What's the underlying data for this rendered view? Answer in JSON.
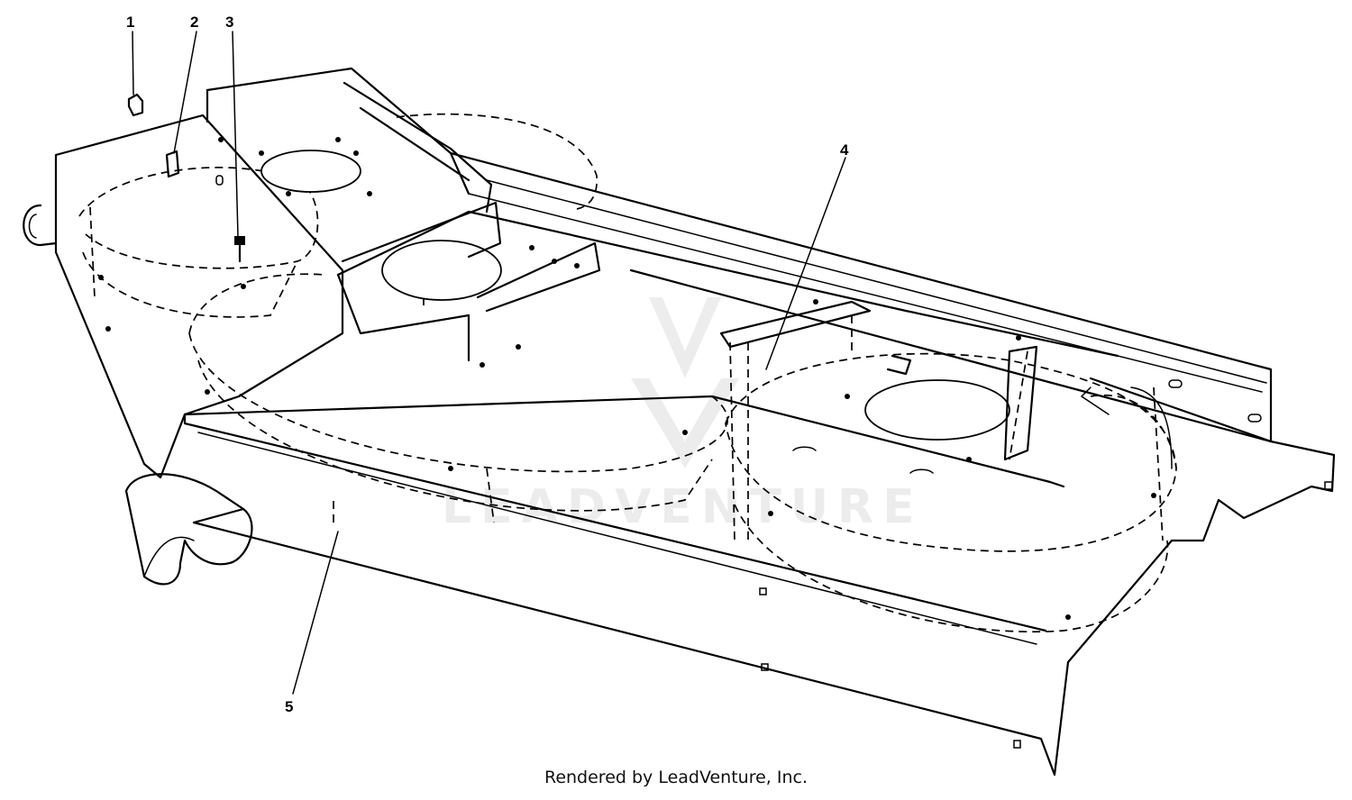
{
  "callouts": [
    {
      "id": "1",
      "label": "1"
    },
    {
      "id": "2",
      "label": "2"
    },
    {
      "id": "3",
      "label": "3"
    },
    {
      "id": "4",
      "label": "4"
    },
    {
      "id": "5",
      "label": "5"
    }
  ],
  "watermark": "LEADVENTURE",
  "footer": {
    "credit": "Rendered by LeadVenture, Inc."
  }
}
